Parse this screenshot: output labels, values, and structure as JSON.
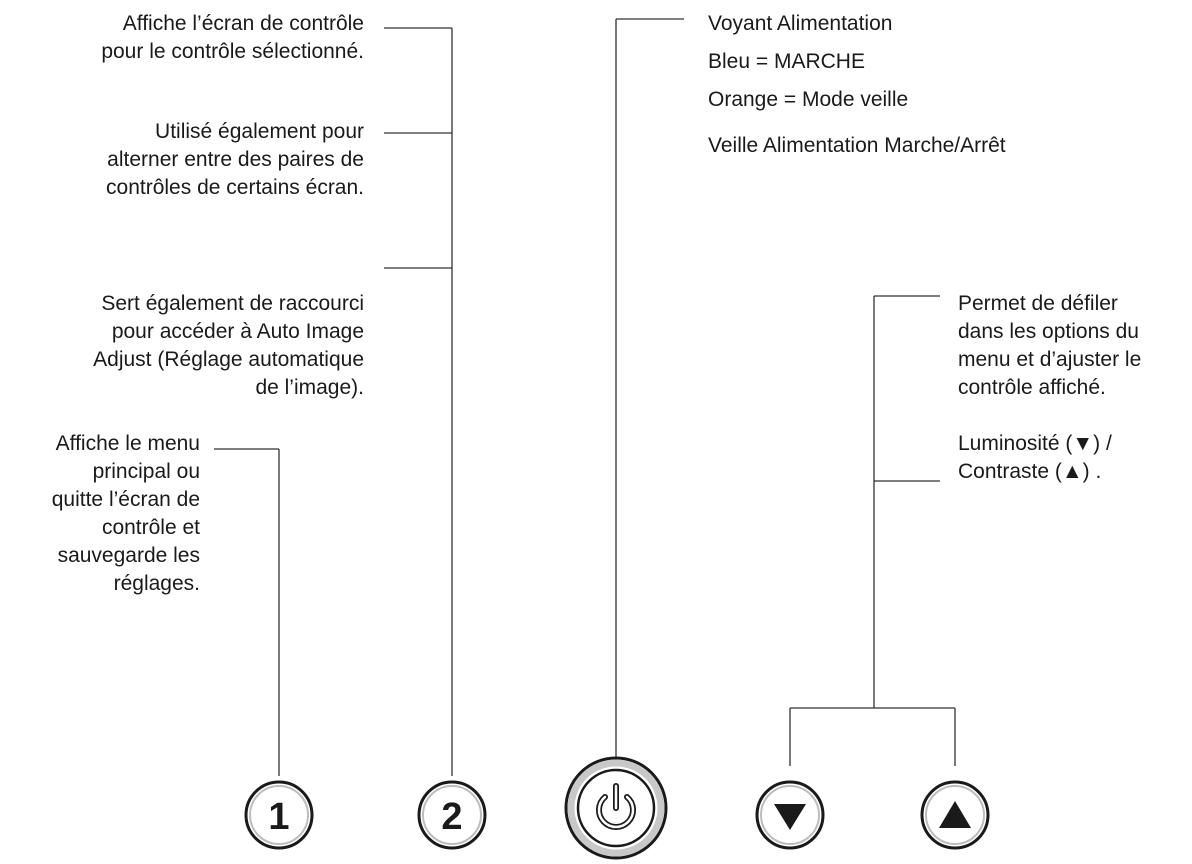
{
  "labels": {
    "button2_desc_a": "Affiche l’écran de contrôle\npour le contrôle sélectionné.",
    "button2_desc_b": "Utilisé également pour\nalterner entre des paires de\ncontrôles de certains écran.",
    "button2_desc_c": "Sert également de raccourci\npour accéder à Auto Image\nAdjust (Réglage automatique\nde l’image).",
    "button1_desc": "Affiche le menu\nprincipal ou\nquitte l’écran de\ncontrôle et\nsauvegarde les\nréglages.",
    "power_led_title": "Voyant Alimentation",
    "power_led_blue": "Bleu = MARCHE",
    "power_led_orange": "Orange = Mode veille",
    "power_button_desc": "Veille Alimentation Marche/Arrêt",
    "arrows_desc": "Permet de défiler\ndans les options du\nmenu et d’ajuster le\ncontrôle affiché.",
    "arrows_shortcut": "Luminosité (▼) /\nContraste  (▲) ."
  },
  "buttons": [
    {
      "name": "button-1",
      "label": "1"
    },
    {
      "name": "button-2",
      "label": "2"
    },
    {
      "name": "power-button",
      "icon": "power-icon"
    },
    {
      "name": "down-button",
      "icon": "triangle-down-icon",
      "shortcut": "Luminosité"
    },
    {
      "name": "up-button",
      "icon": "triangle-up-icon",
      "shortcut": "Contraste"
    }
  ],
  "colors": {
    "line": "#333333",
    "button_fill": "#ffffff",
    "button_stroke": "#1a1a1a",
    "power_ring": "#c8c8c8"
  }
}
